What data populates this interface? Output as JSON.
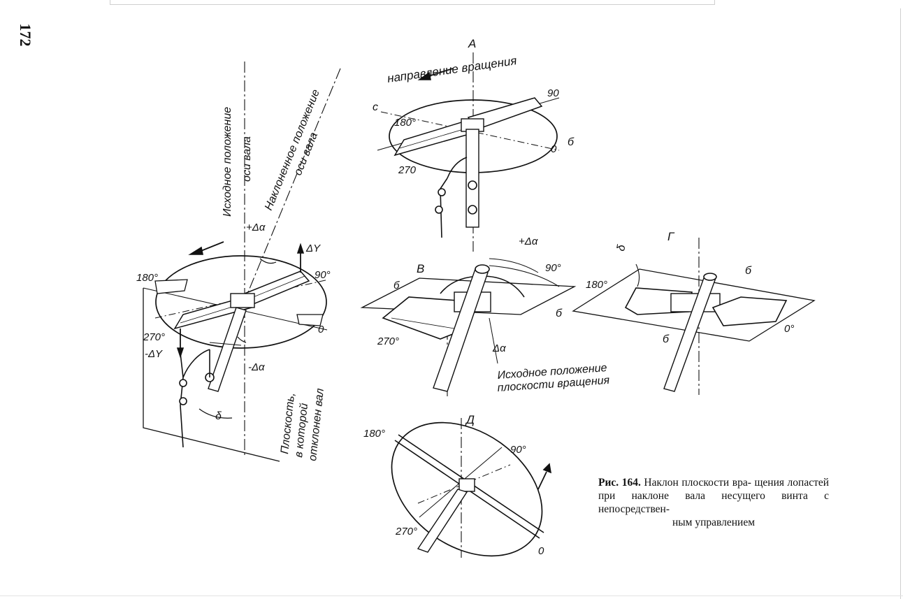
{
  "page": {
    "number": "172"
  },
  "caption": {
    "label": "Рис. 164.",
    "lines": [
      "Наклон плоскости вра-",
      "щения лопастей при наклоне вала",
      "несущего винта с непосредствен-",
      "ным управлением"
    ]
  },
  "views": {
    "main": {
      "label_initial_axis": [
        "Исходное положение",
        "оси вала"
      ],
      "label_tilted_axis": [
        "Наклоненное положение",
        "оси вала"
      ],
      "label_plane": [
        "Плоскость,",
        "в которой",
        "отклонен вал"
      ],
      "angle_180": "180°",
      "angle_90": "90°",
      "angle_270": "270°",
      "angle_0": "0",
      "plus_delta_alpha": "+Δα",
      "minus_delta_alpha": "-Δα",
      "plus_delta_y": "ΔY",
      "minus_delta_y": "-ΔY",
      "delta": "δ"
    },
    "A": {
      "letter": "А",
      "rotation_direction": "направление вращения",
      "angle_180": "180°",
      "angle_90": "90",
      "angle_270": "270",
      "angle_0": "0",
      "marker_c": "с",
      "marker_b": "б"
    },
    "V": {
      "letter": "В",
      "angle_90": "90°",
      "angle_270": "270°",
      "plus_delta_alpha": "+Δα",
      "minus_delta_alpha": "Δα",
      "marker_b_left": "б",
      "marker_b_right": "б",
      "initial_plane": [
        "Исходное положение",
        "плоскости вращения"
      ]
    },
    "G": {
      "letter": "Г",
      "angle_180": "180°",
      "angle_0": "0°",
      "delta": "δ",
      "marker_b_top": "б",
      "marker_b_bottom": "б"
    },
    "D": {
      "letter": "Д",
      "angle_180": "180°",
      "angle_90": "90°",
      "angle_270": "270°",
      "angle_0": "0"
    }
  }
}
